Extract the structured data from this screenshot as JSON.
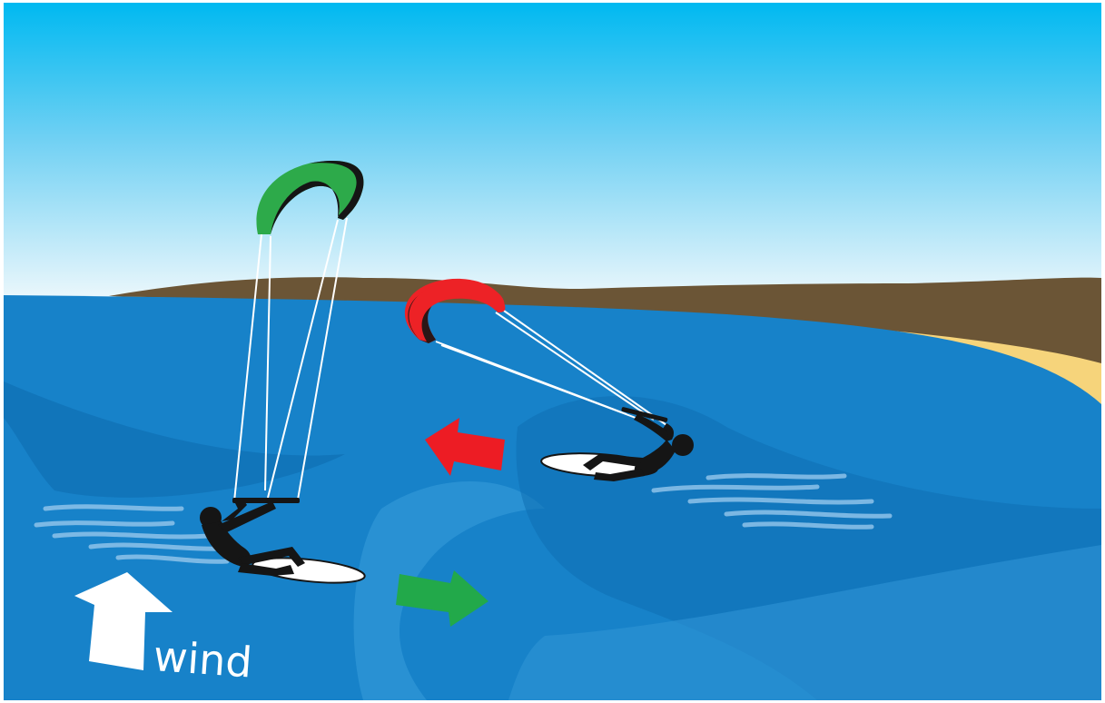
{
  "diagram": {
    "wind_label": "wind",
    "colors": {
      "sky_top": "#00b9f1",
      "sky_bottom": "#eef8fc",
      "sea": "#1782c9",
      "sea_light": "#2e95d6",
      "sea_dark": "#0f6fb3",
      "land": "#6b5536",
      "beach": "#f6d47b",
      "kite_green": "#2daa4a",
      "kite_red": "#ed2226",
      "arrow_red": "#ed1c24",
      "arrow_green": "#22a94a",
      "arrow_wind": "#ffffff",
      "rider": "#151515",
      "board": "#ffffff",
      "spray": "#8ec3ea"
    },
    "elements": [
      {
        "name": "green-kite",
        "color": "kite_green"
      },
      {
        "name": "red-kite",
        "color": "kite_red"
      },
      {
        "name": "red-direction-arrow",
        "points": "left"
      },
      {
        "name": "green-direction-arrow",
        "points": "right"
      },
      {
        "name": "wind-arrow",
        "points": "up"
      }
    ]
  }
}
